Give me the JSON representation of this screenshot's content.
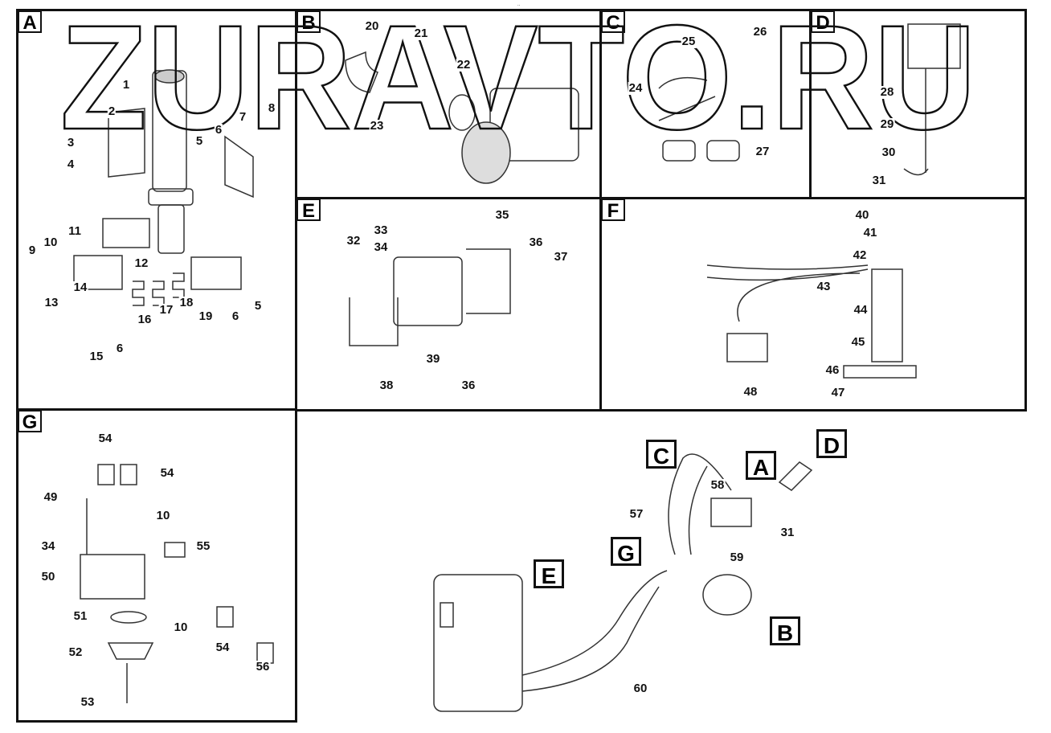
{
  "header_note": "..",
  "watermark": "ZURAVTO.RU",
  "panels": [
    "A",
    "B",
    "C",
    "D",
    "E",
    "F",
    "G"
  ],
  "callouts": [
    "1",
    "2",
    "3",
    "4",
    "5",
    "6",
    "7",
    "8",
    "11",
    "10",
    "9",
    "12",
    "14",
    "13",
    "16",
    "17",
    "18",
    "19",
    "6",
    "5",
    "15",
    "6",
    "20",
    "21",
    "22",
    "23",
    "25",
    "26",
    "24",
    "27",
    "28",
    "29",
    "30",
    "31",
    "33",
    "34",
    "32",
    "35",
    "36",
    "37",
    "39",
    "38",
    "36",
    "40",
    "41",
    "42",
    "43",
    "44",
    "45",
    "46",
    "47",
    "48",
    "54",
    "54",
    "49",
    "10",
    "34",
    "55",
    "50",
    "51",
    "10",
    "52",
    "54",
    "56",
    "53",
    "57",
    "58",
    "59",
    "31",
    "60"
  ],
  "assembly_refs": [
    "C",
    "A",
    "D",
    "G",
    "E",
    "B"
  ]
}
